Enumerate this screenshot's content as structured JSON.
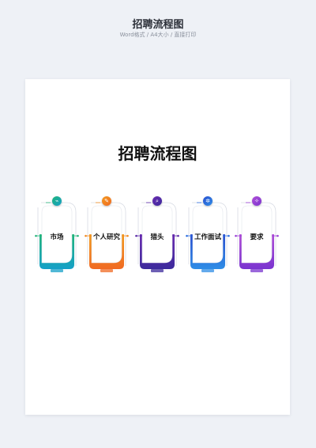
{
  "header": {
    "title": "招聘流程图",
    "subtitle": "Word格式 / A4大小 / 直接打印"
  },
  "document": {
    "title": "招聘流程图",
    "steps": [
      {
        "label": "市场",
        "icon": "chart-icon",
        "glyph": "⌁",
        "color_top": "#1fb47a",
        "color_bottom": "#16a0c8",
        "accent": "#27b57c"
      },
      {
        "label": "个人研究",
        "icon": "research-icon",
        "glyph": "✎",
        "color_top": "#f29a1f",
        "color_bottom": "#f06a23",
        "accent": "#f28b22"
      },
      {
        "label": "猎头",
        "icon": "search-icon",
        "glyph": "⌕",
        "color_top": "#6a2bb0",
        "color_bottom": "#3c2a9c",
        "accent": "#5a2aa8"
      },
      {
        "label": "工作面试",
        "icon": "gear-icon",
        "glyph": "✲",
        "color_top": "#2a4fd0",
        "color_bottom": "#2f8de6",
        "accent": "#2e6fe0"
      },
      {
        "label": "要求",
        "icon": "requirement-icon",
        "glyph": "✧",
        "color_top": "#b24fd8",
        "color_bottom": "#7a34cf",
        "accent": "#9b42d6"
      }
    ]
  }
}
